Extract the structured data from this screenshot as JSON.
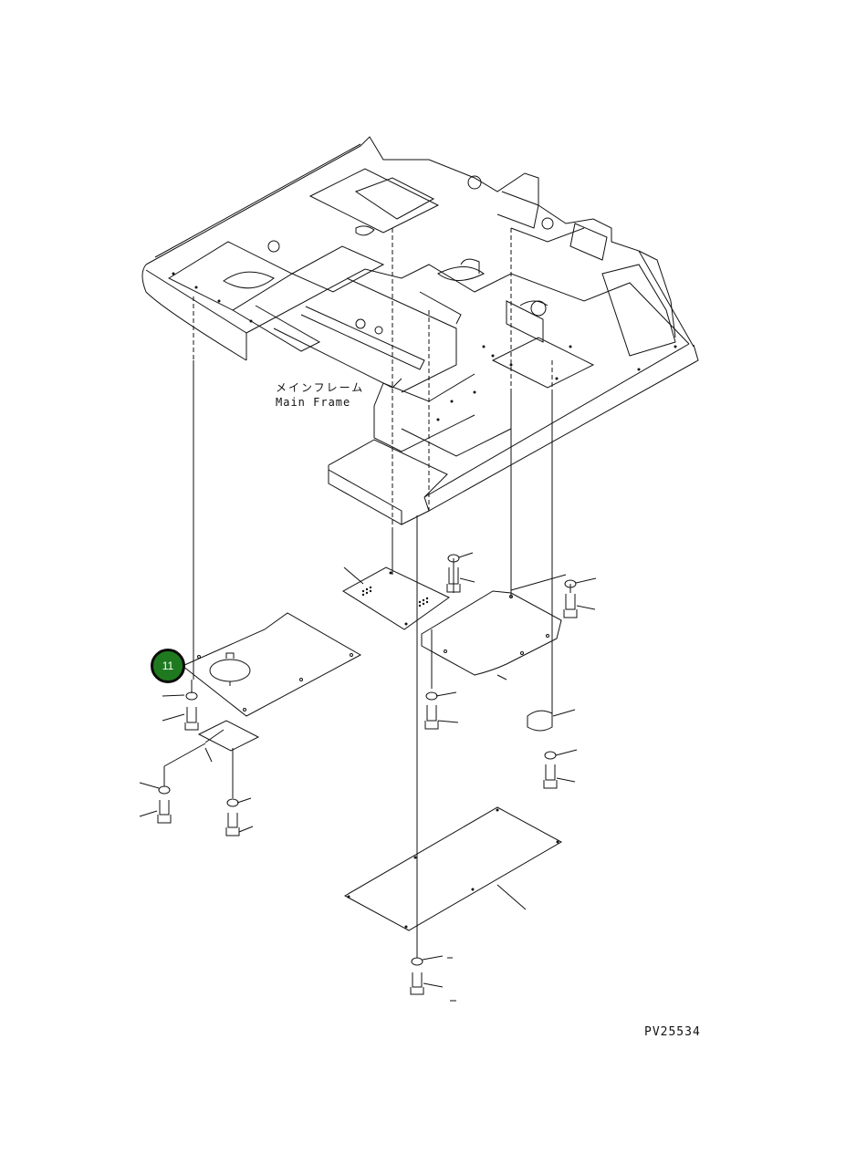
{
  "diagram": {
    "frame_label_jp": "メインフレーム",
    "frame_label_en": "Main Frame",
    "drawing_number": "PV25534",
    "callouts": [
      {
        "number": "11",
        "color": "#1f7a1f"
      }
    ]
  }
}
